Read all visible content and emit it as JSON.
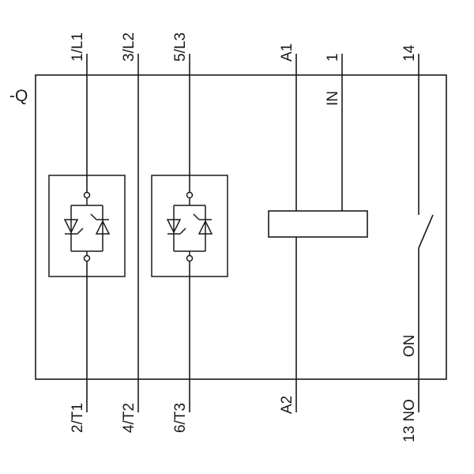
{
  "diagram": {
    "designator": "-Q",
    "top_terminals": [
      "1/L1",
      "3/L2",
      "5/L3",
      "A1",
      "1",
      "14"
    ],
    "input_label": "IN",
    "bottom_terminals": [
      "2/T1",
      "4/T2",
      "6/T3",
      "A2",
      "13 NO"
    ],
    "contact_state_label": "ON",
    "colors": {
      "line": "#1a1a1a",
      "background": "#ffffff"
    }
  }
}
